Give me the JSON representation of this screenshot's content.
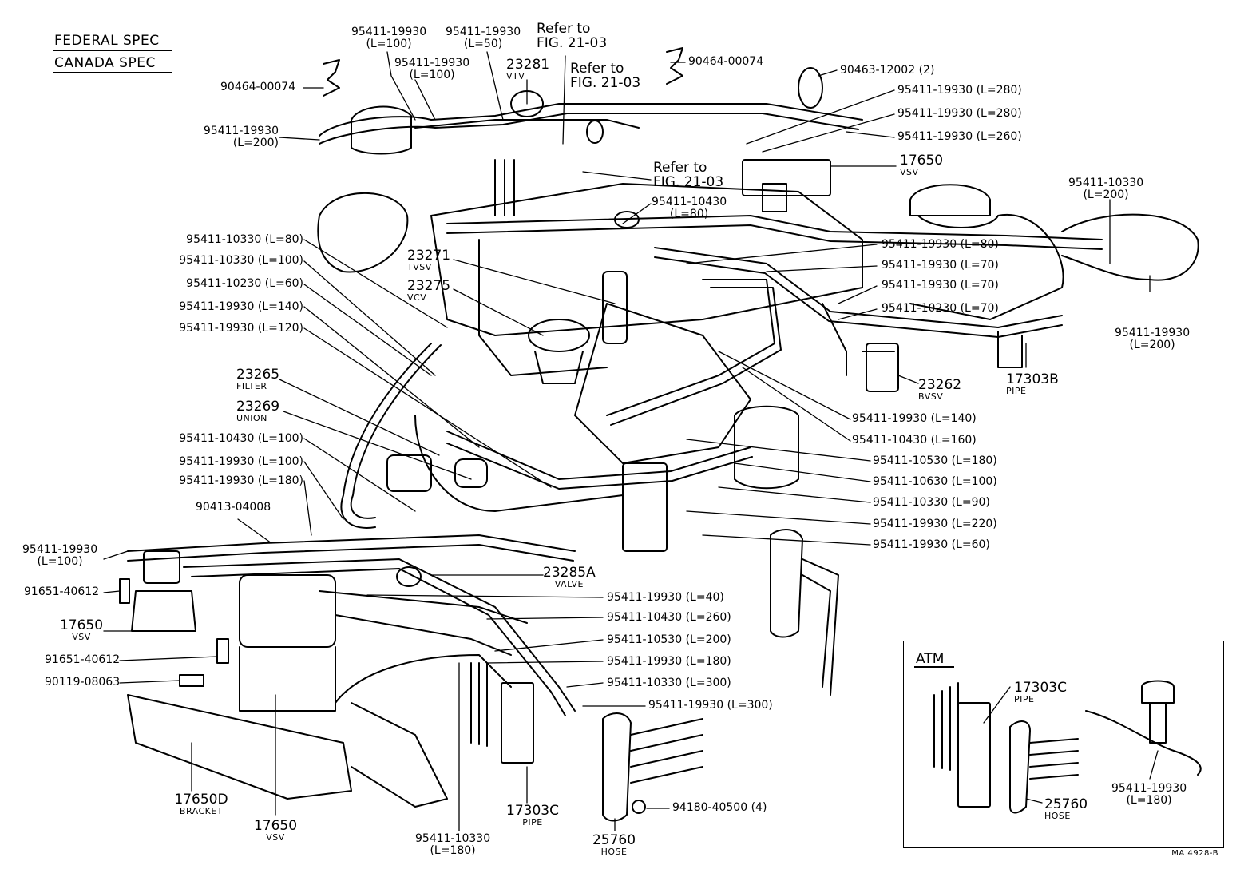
{
  "header": {
    "line1": "FEDERAL SPEC",
    "line2": "CANADA SPEC"
  },
  "labels": {
    "p95411_19930_l100_a": {
      "part": "95411-19930",
      "sub": "(L=100)"
    },
    "p95411_19930_l50": {
      "part": "95411-19930",
      "sub": "(L=50)"
    },
    "refer_fig_1": {
      "l1": "Refer to",
      "l2": "FIG. 21-03"
    },
    "refer_fig_2": {
      "l1": "Refer to",
      "l2": "FIG. 21-03"
    },
    "refer_fig_3": {
      "l1": "Refer to",
      "l2": "FIG. 21-03"
    },
    "p95411_19930_l100_b": {
      "part": "95411-19930",
      "sub": "(L=100)"
    },
    "p23281": {
      "part": "23281",
      "sub": "VTV"
    },
    "p90464_left": "90464-00074",
    "p95411_19930_l200_left": {
      "part": "95411-19930",
      "sub": "(L=200)"
    },
    "p90464_right": "90464-00074",
    "p90463": "90463-12002 (2)",
    "r1": "95411-19930 (L=280)",
    "r2": "95411-19930 (L=280)",
    "r3": "95411-19930 (L=260)",
    "p17650_top": {
      "part": "17650",
      "sub": "VSV"
    },
    "p95411_10430_l80": {
      "part": "95411-10430",
      "sub": "(L=80)"
    },
    "p95411_10330_l200": {
      "part": "95411-10330",
      "sub": "(L=200)"
    },
    "l1": "95411-10330 (L=80)",
    "l2": "95411-10330 (L=100)",
    "l3": "95411-10230 (L=60)",
    "l4": "95411-19930 (L=140)",
    "l5": "95411-19930 (L=120)",
    "p23271": {
      "part": "23271",
      "sub": "TVSV"
    },
    "p23275": {
      "part": "23275",
      "sub": "VCV"
    },
    "m1": "95411-19930 (L=80)",
    "m2": "95411-19930 (L=70)",
    "m3": "95411-19930 (L=70)",
    "m4": "95411-10230 (L=70)",
    "p95411_19930_l200_right": {
      "part": "95411-19930",
      "sub": "(L=200)"
    },
    "p23262": {
      "part": "23262",
      "sub": "BVSV"
    },
    "p17303b": {
      "part": "17303B",
      "sub": "PIPE"
    },
    "p23265": {
      "part": "23265",
      "sub": "FILTER"
    },
    "p23269": {
      "part": "23269",
      "sub": "UNION"
    },
    "l6": "95411-10430 (L=100)",
    "l7": "95411-19930 (L=100)",
    "l8": "95411-19930 (L=180)",
    "p90413": "90413-04008",
    "q1": "95411-19930 (L=140)",
    "q2": "95411-10430 (L=160)",
    "q3": "95411-10530 (L=180)",
    "q4": "95411-10630 (L=100)",
    "q5": "95411-10330 (L=90)",
    "q6": "95411-19930 (L=220)",
    "q7": "95411-19930 (L=60)",
    "p95411_19930_l100_left": {
      "part": "95411-19930",
      "sub": "(L=100)"
    },
    "p91651_a": "91651-40612",
    "p17650_left": {
      "part": "17650",
      "sub": "VSV"
    },
    "p91651_b": "91651-40612",
    "p90119": "90119-08063",
    "p23285a": {
      "part": "23285A",
      "sub": "VALVE"
    },
    "b1": "95411-19930 (L=40)",
    "b2": "95411-10430 (L=260)",
    "b3": "95411-10530 (L=200)",
    "b4": "95411-19930 (L=180)",
    "b5": "95411-10330 (L=300)",
    "b6": "95411-19930 (L=300)",
    "p17650d": {
      "part": "17650D",
      "sub": "BRACKET"
    },
    "p17650_bottom": {
      "part": "17650",
      "sub": "VSV"
    },
    "p95411_10330_l180": {
      "part": "95411-10330",
      "sub": "(L=180)"
    },
    "p17303c": {
      "part": "17303C",
      "sub": "PIPE"
    },
    "p25760": {
      "part": "25760",
      "sub": "HOSE"
    },
    "p94180": "94180-40500 (4)"
  },
  "atm": {
    "title": "ATM",
    "p17303c": {
      "part": "17303C",
      "sub": "PIPE"
    },
    "p25760": {
      "part": "25760",
      "sub": "HOSE"
    },
    "p95411": {
      "part": "95411-19930",
      "sub": "(L=180)"
    }
  },
  "drawing_code": "MA 4928-B"
}
